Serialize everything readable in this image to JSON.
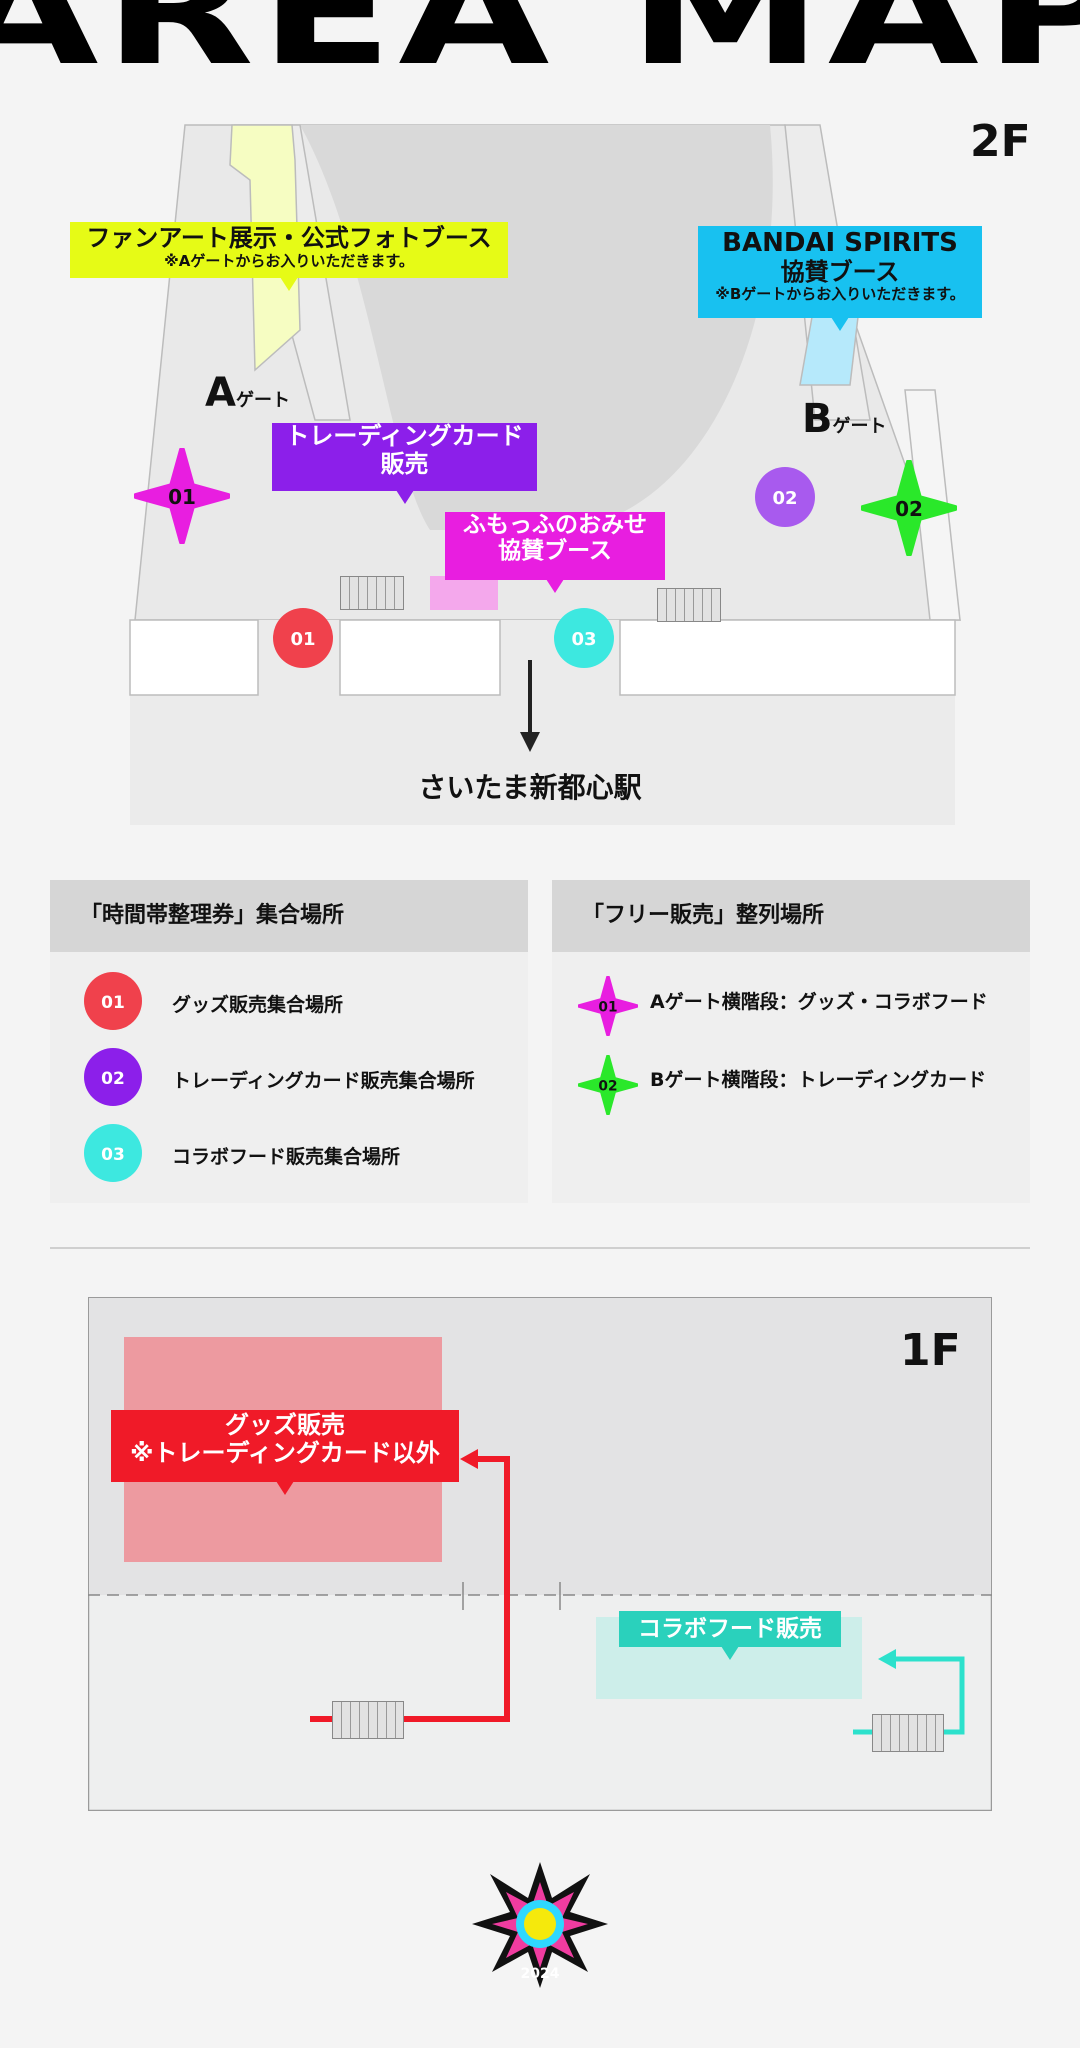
{
  "header": {
    "title": "AREA MAP"
  },
  "floor2": {
    "label": "2F",
    "tags": {
      "fanart": {
        "main": "ファンアート展示・公式フォトブース",
        "sub": "※Aゲートからお入りいただきます。"
      },
      "bandai": {
        "line1": "BANDAI SPIRITS",
        "line2": "協賛ブース",
        "sub": "※Bゲートからお入りいただきます。"
      },
      "trading": {
        "line1": "トレーディングカード",
        "line2": "販売"
      },
      "fumo": {
        "line1": "ふもっふのおみせ",
        "line2": "協賛ブース"
      }
    },
    "gate_a": {
      "letter": "A",
      "suffix": "ゲート"
    },
    "gate_b": {
      "letter": "B",
      "suffix": "ゲート"
    },
    "station": "さいたま新都心駅",
    "markers": {
      "star_01": "01",
      "star_02": "02",
      "circle_01": "01",
      "circle_02": "02",
      "circle_03": "03"
    }
  },
  "legend": {
    "time_ticket": {
      "title": "「時間帯整理券」集合場所",
      "items": [
        {
          "num": "01",
          "label": "グッズ販売集合場所"
        },
        {
          "num": "02",
          "label": "トレーディングカード販売集合場所"
        },
        {
          "num": "03",
          "label": "コラボフード販売集合場所"
        }
      ]
    },
    "free_sale": {
      "title": "「フリー販売」整列場所",
      "items": [
        {
          "num": "01",
          "label": "Aゲート横階段：グッズ・コラボフード"
        },
        {
          "num": "02",
          "label": "Bゲート横階段：トレーディングカード"
        }
      ]
    }
  },
  "floor1": {
    "label": "1F",
    "goods": {
      "line1": "グッズ販売",
      "line2": "※トレーディングカード以外"
    },
    "collab_food": "コラボフード販売"
  },
  "colors": {
    "red": "#f0414c",
    "purple": "#8c1fea",
    "cyan": "#3de8e0",
    "magenta": "#e81ee0",
    "green": "#2ae82a",
    "yellow": "#e6fb16",
    "sky": "#18c1f0"
  },
  "footer": {
    "logo": "2024"
  }
}
